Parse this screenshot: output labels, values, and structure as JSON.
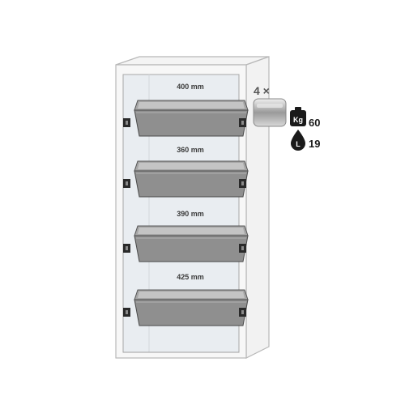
{
  "shelves": [
    {
      "label": "400 mm"
    },
    {
      "label": "360 mm"
    },
    {
      "label": "390 mm"
    },
    {
      "label": "425 mm"
    }
  ],
  "callout": {
    "count": "4 ×",
    "load_icon_text": "Kg",
    "load_value": "60",
    "volume_icon_text": "L",
    "volume_value": "19"
  },
  "colors": {
    "cabinet_frame": "#b8b8b8",
    "cabinet_interior": "#e9edf1",
    "tray_fill": "#8f8f8f",
    "tray_dark": "#555555",
    "bracket": "#2a2a2a"
  }
}
